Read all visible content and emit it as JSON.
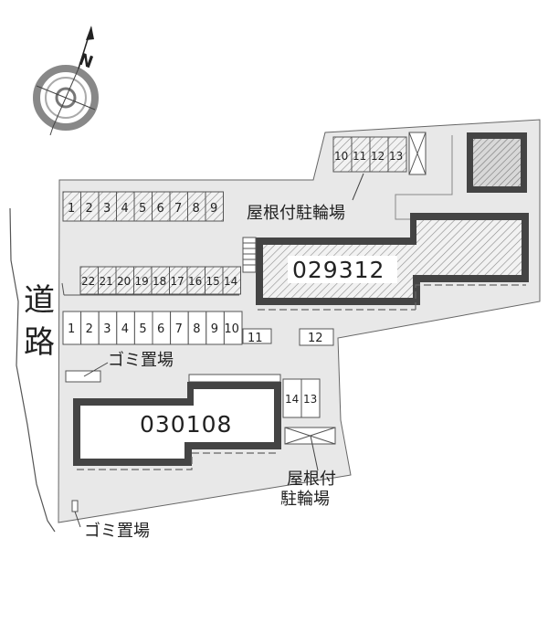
{
  "map": {
    "north_label": "N",
    "road_label_1": "道",
    "road_label_2": "路",
    "buildings": [
      {
        "id": "029312"
      },
      {
        "id": "030108"
      }
    ],
    "annotations": {
      "covered_bike_parking_top": "屋根付駐輪場",
      "covered_bike_parking_bottom_1": "屋根付",
      "covered_bike_parking_bottom_2": "駐輪場",
      "trash_area_1": "ゴミ置場",
      "trash_area_2": "ゴミ置場"
    },
    "parking": {
      "top_row": [
        "1",
        "2",
        "3",
        "4",
        "5",
        "6",
        "7",
        "8",
        "9"
      ],
      "middle_row": [
        "22",
        "21",
        "20",
        "19",
        "18",
        "17",
        "16",
        "15",
        "14"
      ],
      "bottom_row": [
        "1",
        "2",
        "3",
        "4",
        "5",
        "6",
        "7",
        "8",
        "9",
        "10"
      ],
      "single_11": "11",
      "single_12": "12",
      "right_column": [
        "14",
        "13"
      ],
      "upper_right_row": [
        "10",
        "11",
        "12",
        "13"
      ]
    },
    "colors": {
      "lot": "#e8e8e8",
      "building_outline": "#444444",
      "hatch": "#9a9a9a",
      "text": "#222222"
    }
  }
}
